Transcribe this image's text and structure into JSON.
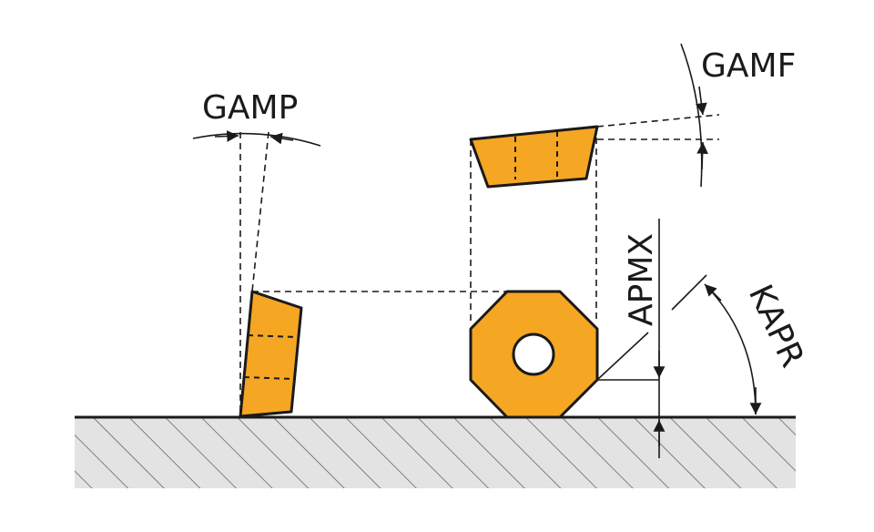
{
  "labels": {
    "gamp": "GAMP",
    "gamf": "GAMF",
    "apmx": "APMX",
    "kapr": "KAPR"
  },
  "colors": {
    "insert_fill": "#F5A623",
    "line": "#1a1a1a",
    "hatch_fill": "#e3e3e3",
    "background": "#ffffff"
  }
}
